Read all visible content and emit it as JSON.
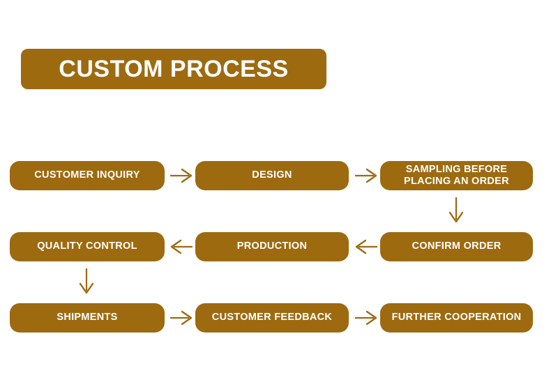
{
  "diagram": {
    "title": "CUSTOM PROCESS",
    "accent_color": "#9D6A10",
    "text_color": "#FFFFFF",
    "background_color": "#FFFFFF",
    "rows": [
      {
        "direction": "left-to-right",
        "steps": [
          {
            "label": "CUSTOMER INQUIRY"
          },
          {
            "label": "DESIGN"
          },
          {
            "label": "SAMPLING BEFORE\nPLACING AN ORDER"
          }
        ]
      },
      {
        "direction": "right-to-left",
        "steps": [
          {
            "label": "QUALITY CONTROL"
          },
          {
            "label": "PRODUCTION"
          },
          {
            "label": "CONFIRM ORDER"
          }
        ]
      },
      {
        "direction": "left-to-right",
        "steps": [
          {
            "label": "SHIPMENTS"
          },
          {
            "label": "CUSTOMER FEEDBACK"
          },
          {
            "label": "FURTHER COOPERATION"
          }
        ]
      }
    ],
    "connectors": [
      {
        "name": "arrow-inquiry-to-design",
        "icon": "arrow-right-icon"
      },
      {
        "name": "arrow-design-to-sampling",
        "icon": "arrow-right-icon"
      },
      {
        "name": "arrow-sampling-to-confirm",
        "icon": "arrow-down-icon"
      },
      {
        "name": "arrow-confirm-to-production",
        "icon": "arrow-left-icon"
      },
      {
        "name": "arrow-production-to-quality",
        "icon": "arrow-left-icon"
      },
      {
        "name": "arrow-quality-to-shipments",
        "icon": "arrow-down-icon"
      },
      {
        "name": "arrow-shipments-to-feedback",
        "icon": "arrow-right-icon"
      },
      {
        "name": "arrow-feedback-to-further",
        "icon": "arrow-right-icon"
      }
    ]
  }
}
